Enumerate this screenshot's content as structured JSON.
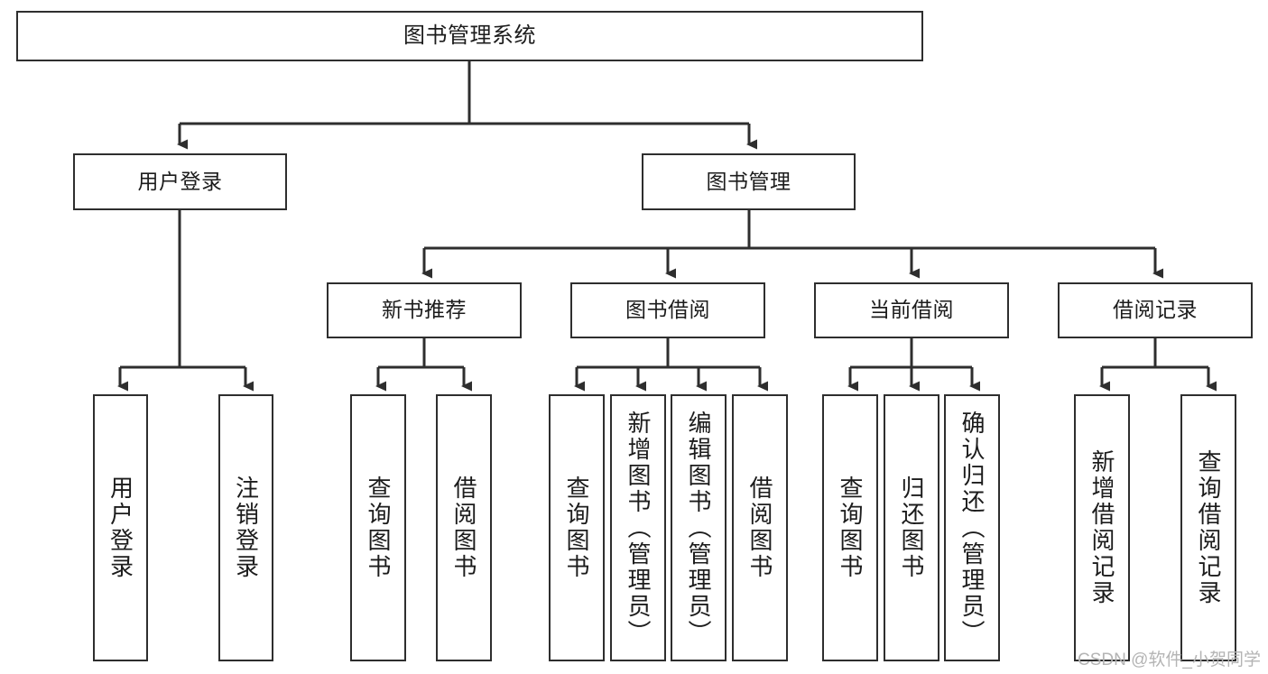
{
  "diagram": {
    "title": "图书管理系统",
    "type": "hierarchy-tree",
    "orientation": "top-down",
    "colors": {
      "box_border": "#2e2e2e",
      "box_fill": "#ffffff",
      "edge": "#2e2e2e",
      "text": "#1c1c1c",
      "watermark": "#b4b4b4"
    },
    "root": {
      "id": "root",
      "label": "图书管理系统"
    },
    "level2": [
      {
        "id": "user-login",
        "label": "用户登录"
      },
      {
        "id": "book-manage",
        "label": "图书管理"
      }
    ],
    "level3": [
      {
        "id": "new-book-recommend",
        "label": "新书推荐"
      },
      {
        "id": "book-borrow",
        "label": "图书借阅"
      },
      {
        "id": "current-borrow",
        "label": "当前借阅"
      },
      {
        "id": "borrow-record",
        "label": "借阅记录"
      }
    ],
    "leaves": {
      "user-login": [
        {
          "id": "leaf-user-login",
          "label": "用户登录"
        },
        {
          "id": "leaf-user-logout",
          "label": "注销登录"
        }
      ],
      "new-book-recommend": [
        {
          "id": "leaf-query-book-1",
          "label": "查询图书"
        },
        {
          "id": "leaf-borrow-book-1",
          "label": "借阅图书"
        }
      ],
      "book-borrow": [
        {
          "id": "leaf-query-book-2",
          "label": "查询图书"
        },
        {
          "id": "leaf-add-book",
          "label": "新增图书（管理员）"
        },
        {
          "id": "leaf-edit-book",
          "label": "编辑图书（管理员）"
        },
        {
          "id": "leaf-borrow-book-2",
          "label": "借阅图书"
        }
      ],
      "current-borrow": [
        {
          "id": "leaf-query-book-3",
          "label": "查询图书"
        },
        {
          "id": "leaf-return-book",
          "label": "归还图书"
        },
        {
          "id": "leaf-confirm-return",
          "label": "确认归还（管理员）"
        }
      ],
      "borrow-record": [
        {
          "id": "leaf-add-record",
          "label": "新增借阅记录"
        },
        {
          "id": "leaf-query-record",
          "label": "查询借阅记录"
        }
      ]
    }
  },
  "watermark": {
    "text": "CSDN @软件_小贺同学"
  }
}
